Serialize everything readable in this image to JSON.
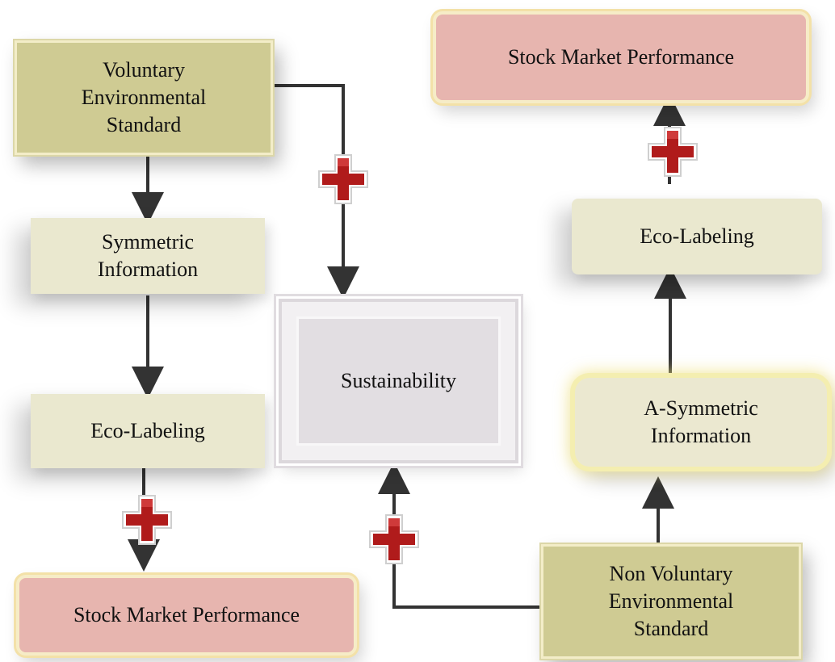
{
  "nodes": {
    "voluntary": "Voluntary Environmental Standard",
    "symmetric": "Symmetric Information",
    "eco_left": "Eco-Labeling",
    "stock_left": "Stock Market Performance",
    "sustainability": "Sustainability",
    "stock_right": "Stock Market Performance",
    "eco_right": "Eco-Labeling",
    "asymmetric": "A-Symmetric Information",
    "non_voluntary": "Non Voluntary Environmental Standard"
  },
  "colors": {
    "olive": "#cfcb93",
    "pale": "#eae8cf",
    "pink": "#e7b5af",
    "sustainability": "#e2dee2",
    "connector": "#333333",
    "plus_sign": "#b01b1b"
  },
  "icons": [
    "plus-sign-icon"
  ]
}
